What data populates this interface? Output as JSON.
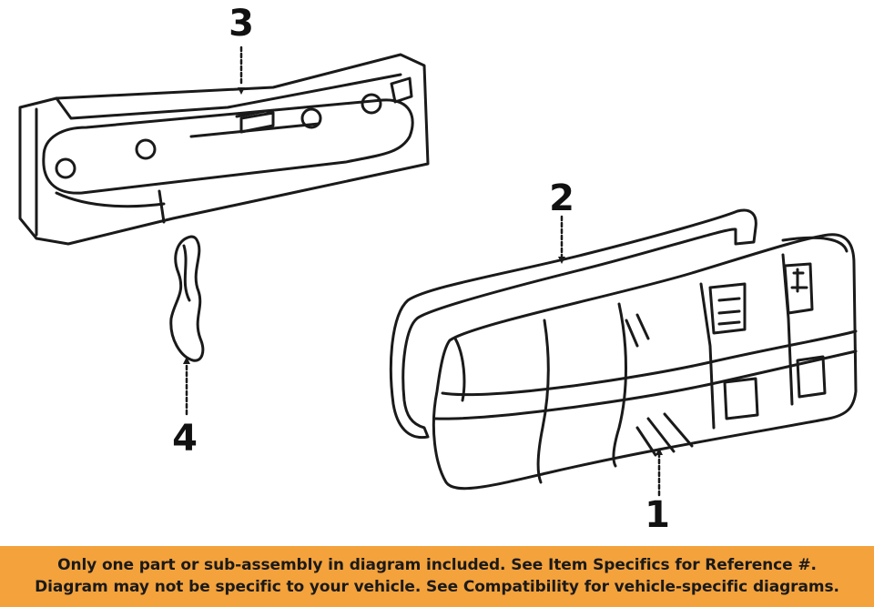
{
  "callouts": {
    "part_1": "1",
    "part_2": "2",
    "part_3": "3",
    "part_4": "4"
  },
  "banner": {
    "line_1": "Only one part or sub-assembly in diagram included. See Item Specifics for Reference #.",
    "line_2": "Diagram may not be specific to your vehicle. See Compatibility for vehicle-specific diagrams."
  },
  "colors": {
    "banner_background": "#f4a23c",
    "line_art": "#1a1a1a",
    "background": "#ffffff"
  }
}
